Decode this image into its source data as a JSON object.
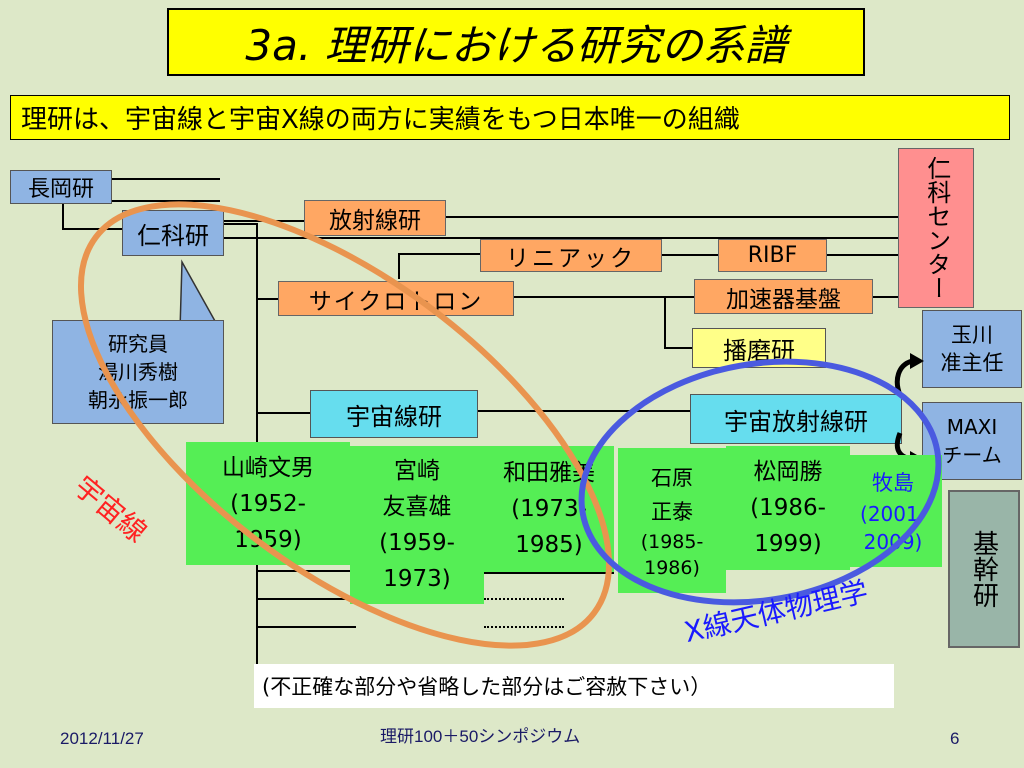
{
  "title": "3a. 理研における研究の系譜",
  "subtitle": "理研は、宇宙線と宇宙X線の両方に実績をもつ日本唯一の組織",
  "orgs": {
    "nagaoka": "長岡研",
    "nishina": "仁科研",
    "housha": "放射線研",
    "linac": "リニアック",
    "ribf": "RIBF",
    "cyclotron": "サイクロトロン",
    "kasoku": "加速器基盤",
    "harima": "播磨研",
    "uchusenken": "宇宙線研",
    "uchuhousha": "宇宙放射線研",
    "center": "仁科センター",
    "tamagawa_1": "玉川",
    "tamagawa_2": "准主任",
    "maxi_1": "MAXI",
    "maxi_2": "チーム",
    "kikan": "基幹研"
  },
  "researchers_callout": [
    "研究員",
    "湯川秀樹",
    "朝永振一郎"
  ],
  "scientists": [
    {
      "name": "山崎文男",
      "years_1": "(1952-",
      "years_2": "1959)"
    },
    {
      "name_1": "宮崎",
      "name_2": "友喜雄",
      "years_1": "(1959-",
      "years_2": "1973)"
    },
    {
      "name": "和田雅美",
      "years_1": "(1973-",
      "years_2": "1985)"
    },
    {
      "name_1": "石原",
      "name_2": "正泰",
      "years_1": "(1985-",
      "years_2": "1986)"
    },
    {
      "name": "松岡勝",
      "years_1": "(1986-",
      "years_2": "1999)"
    },
    {
      "name": "牧島",
      "years_1": "(2001-",
      "years_2": "2009)"
    }
  ],
  "labels": {
    "cosmic_ray": "宇宙線",
    "xray_astro": "X線天体物理学",
    "note": "(不正確な部分や省略した部分はご容赦下さい）"
  },
  "footer": {
    "date": "2012/11/27",
    "event": "理研100＋50シンポジウム",
    "page": "6"
  },
  "colors": {
    "background": "#dde8c8",
    "title_bg": "#ffff00",
    "cosmic_ray_ellipse": "#e9944f",
    "xray_ellipse": "#4a5ae0",
    "cosmic_ray_text": "#ff2222",
    "xray_text": "#1a1aff"
  }
}
